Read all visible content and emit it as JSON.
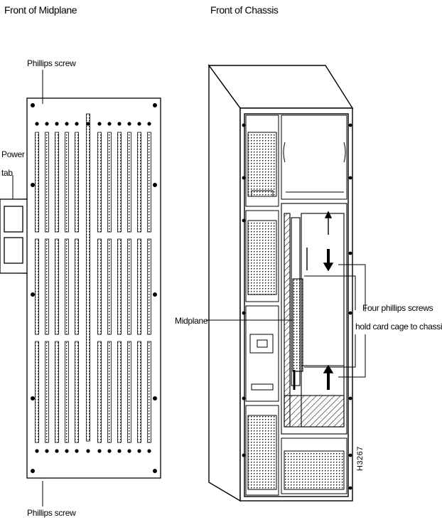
{
  "titles": {
    "midplane": "Front of Midplane",
    "chassis": "Front of Chassis"
  },
  "labels": {
    "phillips_top": "Phillips screw",
    "phillips_bottom": "Phillips screw",
    "power_line1": "Power",
    "power_line2": "tab",
    "midplane": "Midplane",
    "screws_line1": "Four phillips screws",
    "screws_line2": "hold card cage to chassis"
  },
  "figure_id": "H3267"
}
